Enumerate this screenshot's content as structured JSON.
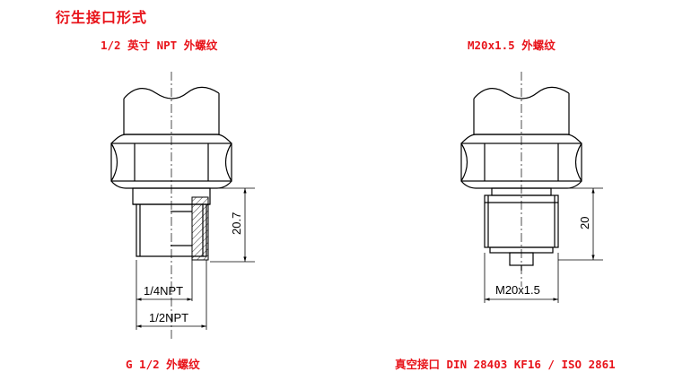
{
  "page_title": "衍生接口形式",
  "left_view": {
    "caption_top": "1/2 英寸 NPT 外螺纹",
    "caption_bottom": "G 1/2 外螺纹",
    "dim_height": "20.7",
    "dim_inner": "1/4NPT",
    "dim_outer": "1/2NPT"
  },
  "right_view": {
    "caption_top": "M20x1.5 外螺纹",
    "caption_bottom": "真空接口  DIN 28403 KF16 / ISO 2861",
    "dim_height": "20",
    "dim_thread": "M20x1.5"
  },
  "colors": {
    "caption": "#e8141b",
    "line": "#000000"
  }
}
